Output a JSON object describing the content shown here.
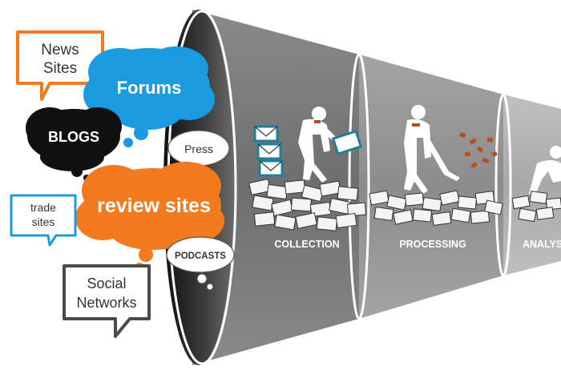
{
  "sources": {
    "news_sites_line1": "News",
    "news_sites_line2": "Sites",
    "forums": "Forums",
    "blogs": "BLOGS",
    "press": "Press",
    "review_sites": "review sites",
    "trade_sites_line1": "trade",
    "trade_sites_line2": "sites",
    "podcasts": "PODCASTS",
    "social_networks_line1": "Social",
    "social_networks_line2": "Networks"
  },
  "stages": {
    "collection": "COLLECTION",
    "processing": "PROCESSING",
    "analysis": "ANALYS"
  },
  "colors": {
    "orange": "#f47a1f",
    "blue": "#1a9be0",
    "black": "#111111",
    "funnel_dark": "#6d6d6d",
    "funnel_light": "#9a9a9a",
    "teal_outline": "#1f7f96",
    "rust": "#b5501e"
  }
}
